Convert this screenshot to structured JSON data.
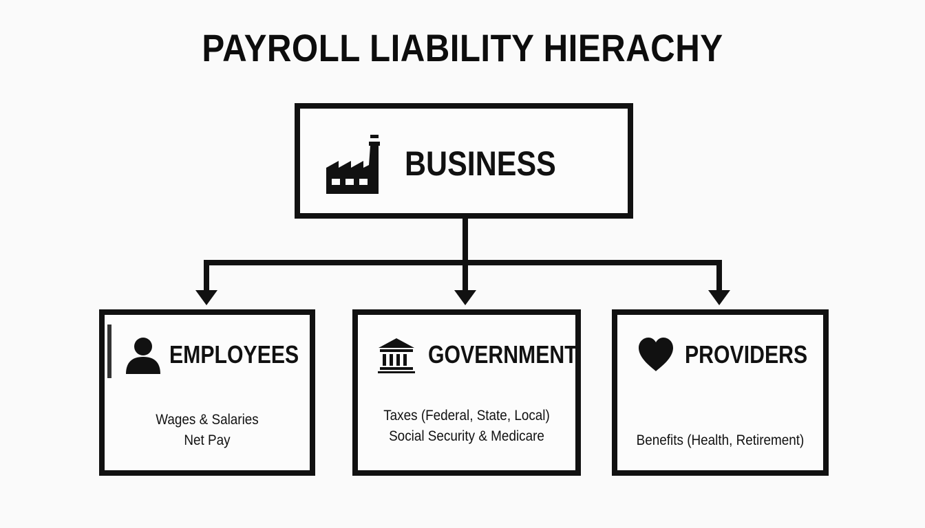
{
  "title": "PAYROLL LIABILITY HIERACHY",
  "root": {
    "label": "BUSINESS",
    "icon": "factory-icon"
  },
  "children": [
    {
      "label": "EMPLOYEES",
      "icon": "person-icon",
      "lines": [
        "Wages & Salaries",
        "Net Pay"
      ]
    },
    {
      "label": "GOVERNMENT",
      "icon": "government-building-icon",
      "lines": [
        "Taxes (Federal, State, Local)",
        "Social Security & Medicare"
      ]
    },
    {
      "label": "PROVIDERS",
      "icon": "heart-icon",
      "lines": [
        "Benefits (Health, Retirement)"
      ]
    }
  ],
  "colors": {
    "stroke": "#111111",
    "background": "#fafafa"
  }
}
